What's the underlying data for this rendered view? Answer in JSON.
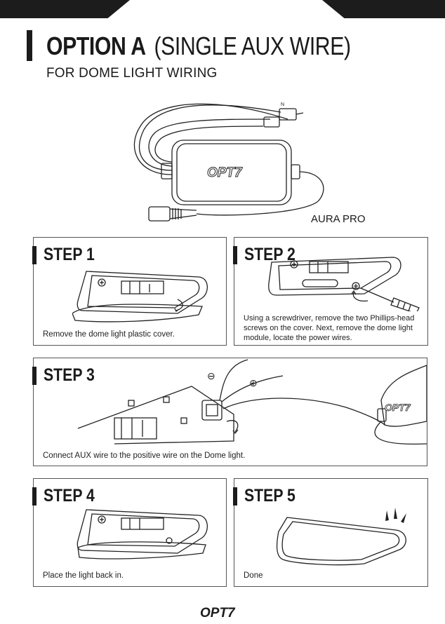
{
  "header": {
    "title_main": "OPTION A",
    "title_sub": "(SINGLE AUX WIRE)",
    "subtitle": "FOR DOME LIGHT WIRING"
  },
  "product": {
    "label": "AURA PRO",
    "device_logo": "OPT7"
  },
  "steps": [
    {
      "title": "STEP 1",
      "caption": "Remove the dome light plastic cover."
    },
    {
      "title": "STEP 2",
      "caption": "Using a screwdriver, remove the two Phillips-head screws on the cover. Next, remove the dome light module, locate the power wires."
    },
    {
      "title": "STEP 3",
      "caption": "Connect AUX wire to the positive wire on the Dome light.",
      "negative_symbol": "⊖",
      "positive_symbol": "⊕"
    },
    {
      "title": "STEP 4",
      "caption": "Place the light back in."
    },
    {
      "title": "STEP 5",
      "caption": "Done"
    }
  ],
  "footer": {
    "logo": "OPT7"
  }
}
